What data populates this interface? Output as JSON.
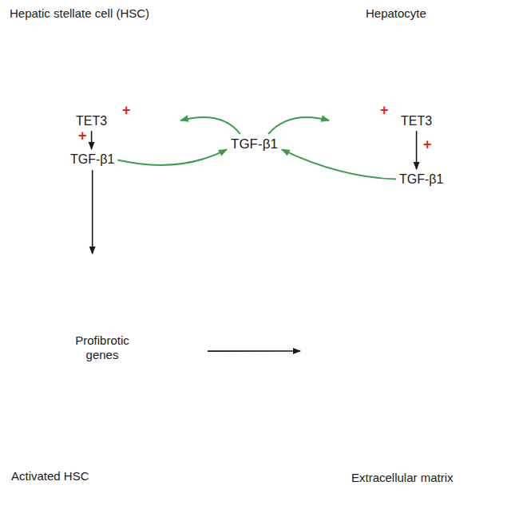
{
  "diagram": {
    "nodes": [
      {
        "text": [
          "Hepatic stellate cell (HSC)"
        ]
      },
      {
        "text": [
          "TET3"
        ],
        "in": 0
      },
      {
        "text": [
          "TGF-β1"
        ],
        "in": 0
      },
      {
        "text": [
          "Hepatocyte"
        ]
      },
      {
        "text": [
          "TET3"
        ],
        "in": 3
      },
      {
        "text": [
          "TGF-β1"
        ],
        "in": 3
      },
      {
        "text": [
          "TGF-β1"
        ]
      },
      {
        "text": [
          "Activated HSC"
        ]
      },
      {
        "text": [
          "Profibrotic genes"
        ],
        "in": 7
      },
      {
        "text": [
          "Extracellular matrix"
        ]
      }
    ],
    "edges": [
      {
        "from": 1,
        "to": 2,
        "arrow": "to"
      },
      {
        "from": 2,
        "to": 6,
        "arrow": "to"
      },
      {
        "from": 6,
        "to": 0,
        "arrow": "to"
      },
      {
        "from": 6,
        "to": 3,
        "arrow": "to"
      },
      {
        "from": 5,
        "to": 6,
        "arrow": "to"
      },
      {
        "from": 4,
        "to": 5,
        "arrow": "to"
      },
      {
        "from": 2,
        "to": 7,
        "arrow": "to"
      },
      {
        "from": 7,
        "to": 9,
        "arrow": "to"
      }
    ],
    "labels": [
      "+",
      "+",
      "+",
      "+"
    ]
  }
}
